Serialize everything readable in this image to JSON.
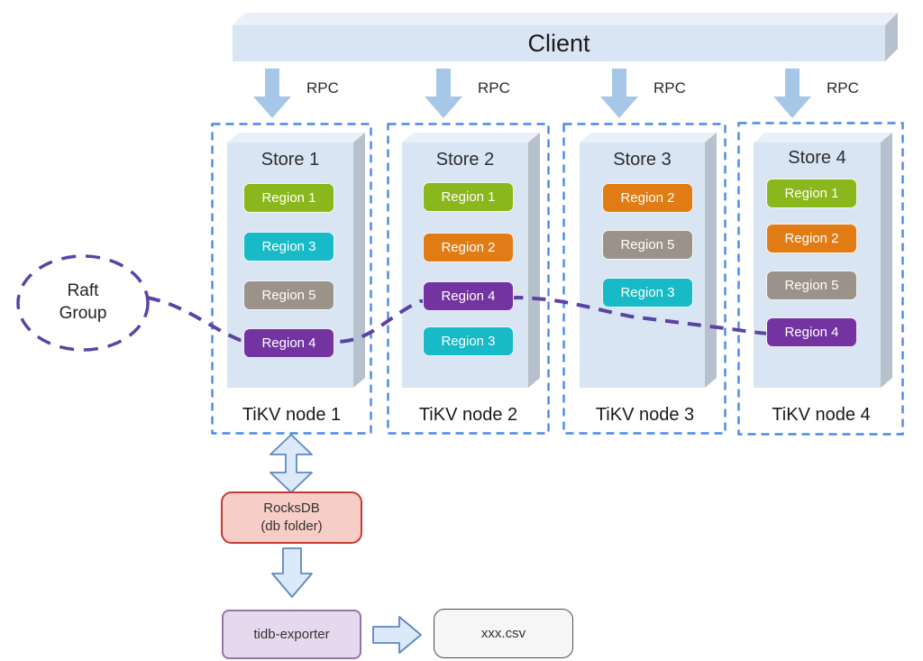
{
  "diagram": {
    "client_label": "Client",
    "rpc_label": "RPC",
    "raft_group": {
      "line1": "Raft",
      "line2": "Group"
    },
    "nodes": [
      {
        "store_label": "Store 1",
        "node_label": "TiKV node 1",
        "regions": [
          {
            "label": "Region 1",
            "color_key": "green"
          },
          {
            "label": "Region 3",
            "color_key": "cyan"
          },
          {
            "label": "Region 5",
            "color_key": "gray"
          },
          {
            "label": "Region 4",
            "color_key": "purple"
          }
        ]
      },
      {
        "store_label": "Store 2",
        "node_label": "TiKV node 2",
        "regions": [
          {
            "label": "Region 1",
            "color_key": "green"
          },
          {
            "label": "Region 2",
            "color_key": "orange"
          },
          {
            "label": "Region 4",
            "color_key": "purple"
          },
          {
            "label": "Region 3",
            "color_key": "cyan"
          }
        ]
      },
      {
        "store_label": "Store 3",
        "node_label": "TiKV node 3",
        "regions": [
          {
            "label": "Region 2",
            "color_key": "orange"
          },
          {
            "label": "Region 5",
            "color_key": "gray"
          },
          {
            "label": "Region 3",
            "color_key": "cyan"
          }
        ]
      },
      {
        "store_label": "Store 4",
        "node_label": "TiKV node 4",
        "regions": [
          {
            "label": "Region 1",
            "color_key": "green"
          },
          {
            "label": "Region 2",
            "color_key": "orange"
          },
          {
            "label": "Region 5",
            "color_key": "gray"
          },
          {
            "label": "Region 4",
            "color_key": "purple"
          }
        ]
      }
    ],
    "rocksdb": {
      "line1": "RocksDB",
      "line2": "(db folder)"
    },
    "exporter_label": "tidb-exporter",
    "csv_label": "xxx.csv",
    "colors": {
      "region_green": "#8ab71b",
      "region_cyan": "#17bac6",
      "region_gray": "#9b9289",
      "region_orange": "#e17c15",
      "region_purple": "#7334a1",
      "node_border_blue": "#4a89e8",
      "raft_purple": "#5b43a6",
      "rpc_arrow_blue": "#a7c7e9",
      "flow_arrow_fill": "#dbe9f8",
      "flow_arrow_stroke": "#5e87c2",
      "store_face": "#d9e5f3",
      "store_top": "#e9f0f9",
      "store_side": "#b7c1ce",
      "rocksdb_fill": "#f7cdc8",
      "rocksdb_border": "#c43b31",
      "exporter_fill": "#e6d9ee",
      "exporter_border": "#9673a6",
      "csv_fill": "#f6f6f6",
      "csv_border": "#4d4d4d"
    }
  }
}
